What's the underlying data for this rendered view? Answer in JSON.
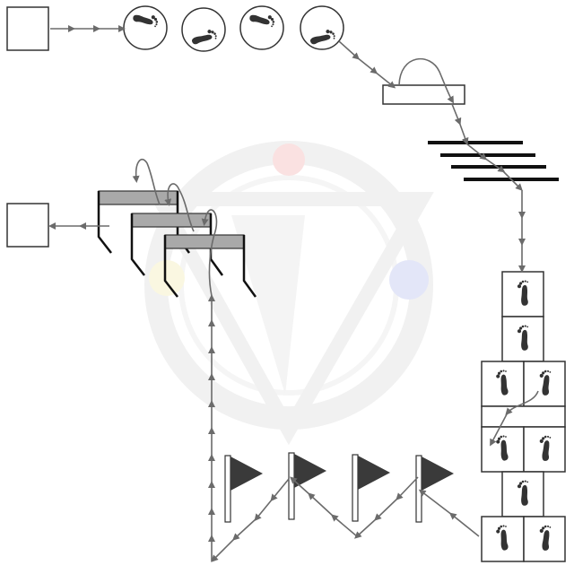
{
  "diagram": {
    "kind": "obstacle-course-drill",
    "start_marker": "start-box",
    "end_marker": "finish-box",
    "flow": [
      "start-box",
      "footprint-circle",
      "footprint-circle",
      "footprint-circle",
      "footprint-circle",
      "balance-board",
      "agility-rungs",
      "footprint-grid",
      "slalom-flags",
      "hurdles",
      "finish-box"
    ],
    "counts": {
      "footprint_circles": 4,
      "agility_rungs": 4,
      "footprint_grid_rows": 7,
      "flags": 4,
      "hurdles": 3
    },
    "colors": {
      "outline": "#333333",
      "arrow": "#6b6b6b",
      "footprint": "#333333",
      "hurdle_bar": "#a9a9a9",
      "flag": "#3a3a3a",
      "watermark": "#e6e6e6",
      "watermark_red": "#f6c9c9",
      "watermark_blue": "#cdd3f3",
      "watermark_yellow": "#f6f2c9"
    },
    "icons": [
      "footprint-icon",
      "flag-icon",
      "hurdle-icon",
      "arrow-icon"
    ]
  }
}
